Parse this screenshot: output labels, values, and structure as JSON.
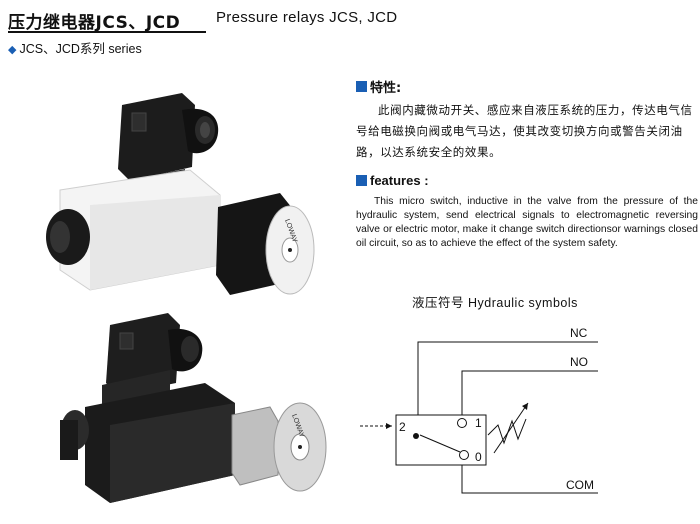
{
  "header": {
    "title_cn": "压力继电器JCS、JCD",
    "title_en": "Pressure relays JCS, JCD",
    "subtitle": "JCS、JCD系列 series"
  },
  "features_cn": {
    "heading": "特性:",
    "text": "此阀内藏微动开关、感应来自液压系统的压力，传达电气信号给电磁换向阀或电气马达，使其改变切换方向或警告关闭油路，以达系统安全的效果。"
  },
  "features_en": {
    "heading": "features :",
    "text": "This micro switch, inductive in the valve from the pressure of the hydraulic system, send electrical signals to electromagnetic reversing valve or electric motor, make it change switch directionsor warnings closed oil circuit, so as to achieve the effect of the system safety."
  },
  "symbols": {
    "title": "液压符号 Hydraulic symbols",
    "labels": {
      "nc": "NC",
      "no": "NO",
      "com": "COM",
      "port2": "2",
      "port1": "1",
      "port0": "0"
    }
  },
  "products": {
    "brand_mark_top": "LOWAY",
    "brand_mark_bottom": "LOWAY"
  },
  "colors": {
    "accent": "#1a5fb4",
    "ink": "#111111"
  }
}
